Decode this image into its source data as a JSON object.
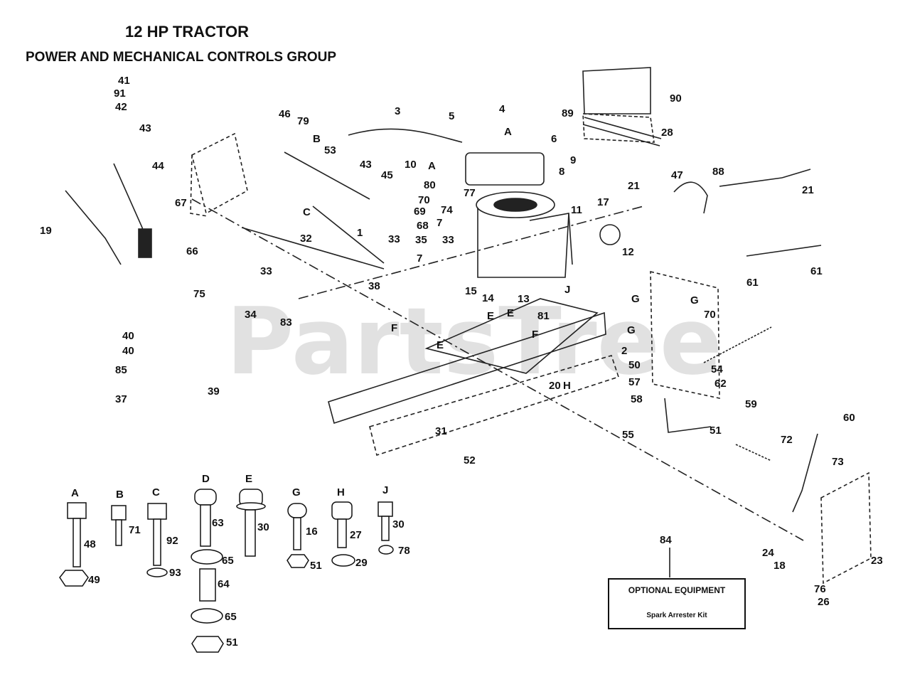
{
  "title": "12 HP TRACTOR",
  "subtitle": "POWER AND MECHANICAL CONTROLS GROUP",
  "watermark": "PartsTree",
  "callouts": [
    "41",
    "91",
    "42",
    "43",
    "44",
    "19",
    "67",
    "66",
    "46",
    "79",
    "53",
    "43",
    "3",
    "5",
    "4",
    "6",
    "B",
    "A",
    "A",
    "45",
    "10",
    "80",
    "70",
    "69",
    "68",
    "74",
    "77",
    "7",
    "8",
    "9",
    "89",
    "90",
    "28",
    "47",
    "88",
    "21",
    "21",
    "17",
    "11",
    "12",
    "C",
    "1",
    "32",
    "33",
    "35",
    "33",
    "38",
    "33",
    "7",
    "15",
    "14",
    "13",
    "E",
    "J",
    "E",
    "81",
    "F",
    "F",
    "E",
    "34",
    "75",
    "83",
    "40",
    "40",
    "85",
    "37",
    "39",
    "31",
    "52",
    "20",
    "H",
    "G",
    "G",
    "70",
    "G",
    "2",
    "50",
    "54",
    "62",
    "57",
    "58",
    "59",
    "55",
    "51",
    "61",
    "61",
    "60",
    "72",
    "73",
    "24",
    "18",
    "23",
    "76",
    "26",
    "D",
    "26",
    "76"
  ],
  "hardware": [
    {
      "key": "A",
      "parts": [
        "48",
        "49"
      ]
    },
    {
      "key": "B",
      "parts": [
        "71"
      ]
    },
    {
      "key": "C",
      "parts": [
        "92",
        "93"
      ]
    },
    {
      "key": "D",
      "parts": [
        "63",
        "65",
        "64",
        "65",
        "51"
      ]
    },
    {
      "key": "E",
      "parts": [
        "30"
      ]
    },
    {
      "key": "G",
      "parts": [
        "16",
        "51"
      ]
    },
    {
      "key": "H",
      "parts": [
        "27",
        "29"
      ]
    },
    {
      "key": "J",
      "parts": [
        "30",
        "78"
      ]
    }
  ],
  "optional_box": {
    "number": "84",
    "heading": "OPTIONAL EQUIPMENT",
    "item": "Spark Arrester Kit"
  }
}
